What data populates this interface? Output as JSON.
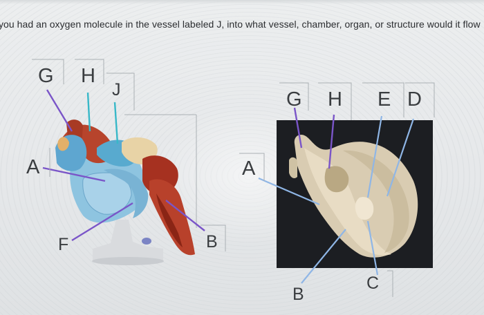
{
  "question": {
    "text": "you had an oxygen molecule in the vessel labeled J, into what vessel, chamber, organ, or structure would it flow"
  },
  "left_figure": {
    "labels": {
      "G": "G",
      "H": "H",
      "J": "J",
      "A": "A",
      "F": "F",
      "B": "B"
    }
  },
  "right_figure": {
    "labels": {
      "G": "G",
      "H": "H",
      "E": "E",
      "D": "D",
      "A": "A",
      "B": "B",
      "C": "C"
    }
  },
  "colors": {
    "pointer_left": "#7a55c8",
    "pointer_right": "#8fb6e6",
    "pointer_teal": "#38b8c8",
    "photo_bg": "#1c1e22"
  }
}
